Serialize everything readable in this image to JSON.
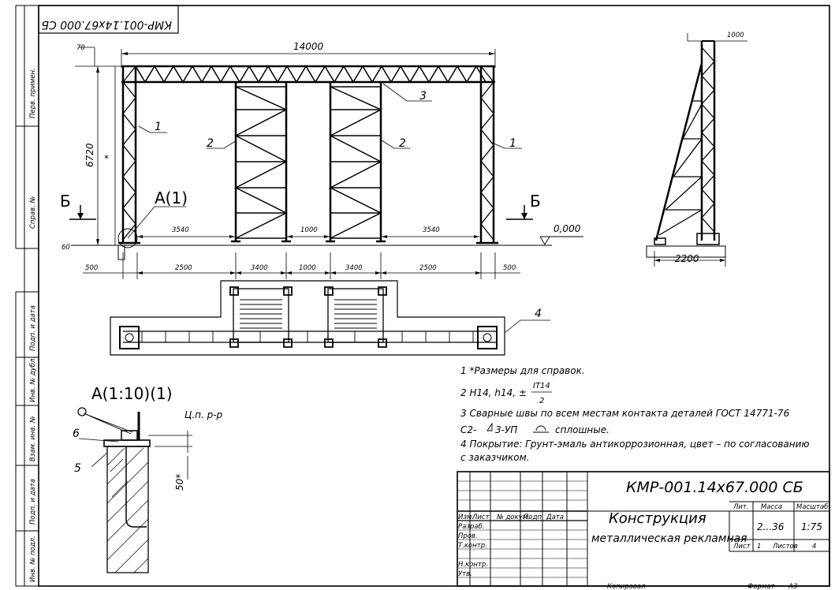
{
  "document_code": "КМР-001.14х67.000 СБ",
  "side_columns": [
    "Перв. примен.",
    "Справ. №",
    "Подп. и дата",
    "Инв. № дубл.",
    "Взам. инв. №",
    "Подп. и дата",
    "Инв. № подл."
  ],
  "front_view": {
    "overall_width": "14000",
    "height": "6720",
    "height_mark": "*",
    "level_mark": "0,000",
    "section_marks": [
      "Б",
      "Б"
    ],
    "detail_callout": "А(1)",
    "positions": [
      "1",
      "2",
      "3",
      "2",
      "1"
    ],
    "span_dims": [
      "3540",
      "1000",
      "3540"
    ],
    "bottom_dims": [
      "2500",
      "3400",
      "1000",
      "3400",
      "2500"
    ],
    "small_dims": [
      "70",
      "60",
      "500",
      "500"
    ]
  },
  "side_view": {
    "width_dim": "2200",
    "top_dim": "1000"
  },
  "plan_view": {
    "position": "4"
  },
  "detail": {
    "title": "А(1:10)(1)",
    "positions": [
      "6",
      "5"
    ],
    "level_label": "Ц.п. р-р",
    "dim": "50*"
  },
  "notes": [
    "1 *Размеры для справок.",
    "2 Н14, h14, ±",
    "3 Сварные швы по всем местам контакта деталей ГОСТ 14771-76",
    "С2-",
    "3-УП",
    "сплошные.",
    "4 Покрытие: Грунт-эмаль антикоррозионная, цвет – по согласованию",
    "с заказчиком."
  ],
  "note2_fraction": {
    "num": "IT14",
    "den": "2"
  },
  "title_block": {
    "designation": "КМР-001.14х67.000 СБ",
    "name_line1": "Конструкция",
    "name_line2": "металлическая рекламная",
    "col_headers": [
      "Изм.",
      "Лист",
      "№ докум.",
      "Подп.",
      "Дата"
    ],
    "rows": [
      "Разраб.",
      "Пров.",
      "Т.контр.",
      "",
      "Н.контр.",
      "Утв."
    ],
    "lit_label": "Лит.",
    "mass_label": "Масса",
    "scale_label": "Масштаб",
    "mass_value": "2...36",
    "scale_value": "1:75",
    "sheet_label": "Лист",
    "sheet_value": "1",
    "sheets_label": "Листов",
    "sheets_value": "4"
  },
  "footer": {
    "copied": "Копировал",
    "format_label": "Формат",
    "format_value": "А3"
  }
}
